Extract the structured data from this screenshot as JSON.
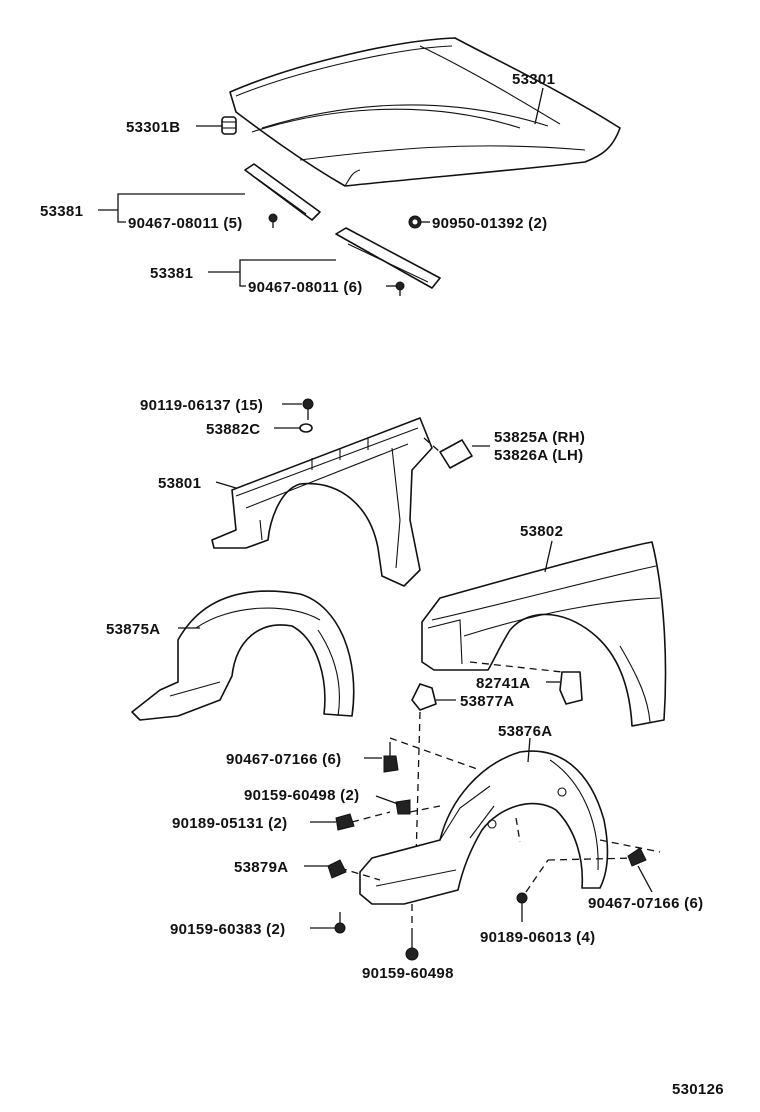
{
  "callouts": {
    "hood": "53301",
    "hood_bumper": "53301B",
    "hood_seal_1": "53381",
    "hood_seal_clip_1": "90467-08011 (5)",
    "hood_nut": "90950-01392 (2)",
    "hood_seal_2": "53381",
    "hood_seal_clip_2": "90467-08011 (6)",
    "fender_bolt": "90119-06137 (15)",
    "fender_washer": "53882C",
    "fender_bracket_rh": "53825A (RH)",
    "fender_bracket_lh": "53826A (LH)",
    "fender_apron": "53801",
    "front_fender": "53802",
    "rear_liner": "53875A",
    "fender_protector": "82741A",
    "liner_bracket": "53877A",
    "front_liner": "53876A",
    "clip_1": "90467-07166 (6)",
    "screw_1": "90159-60498 (2)",
    "clip_2": "90189-05131 (2)",
    "clip_bracket": "53879A",
    "clip_3": "90467-07166 (6)",
    "screw_2": "90159-60383 (2)",
    "clip_4": "90189-06013 (4)",
    "screw_3": "90159-60498"
  },
  "figure_code": "530126"
}
